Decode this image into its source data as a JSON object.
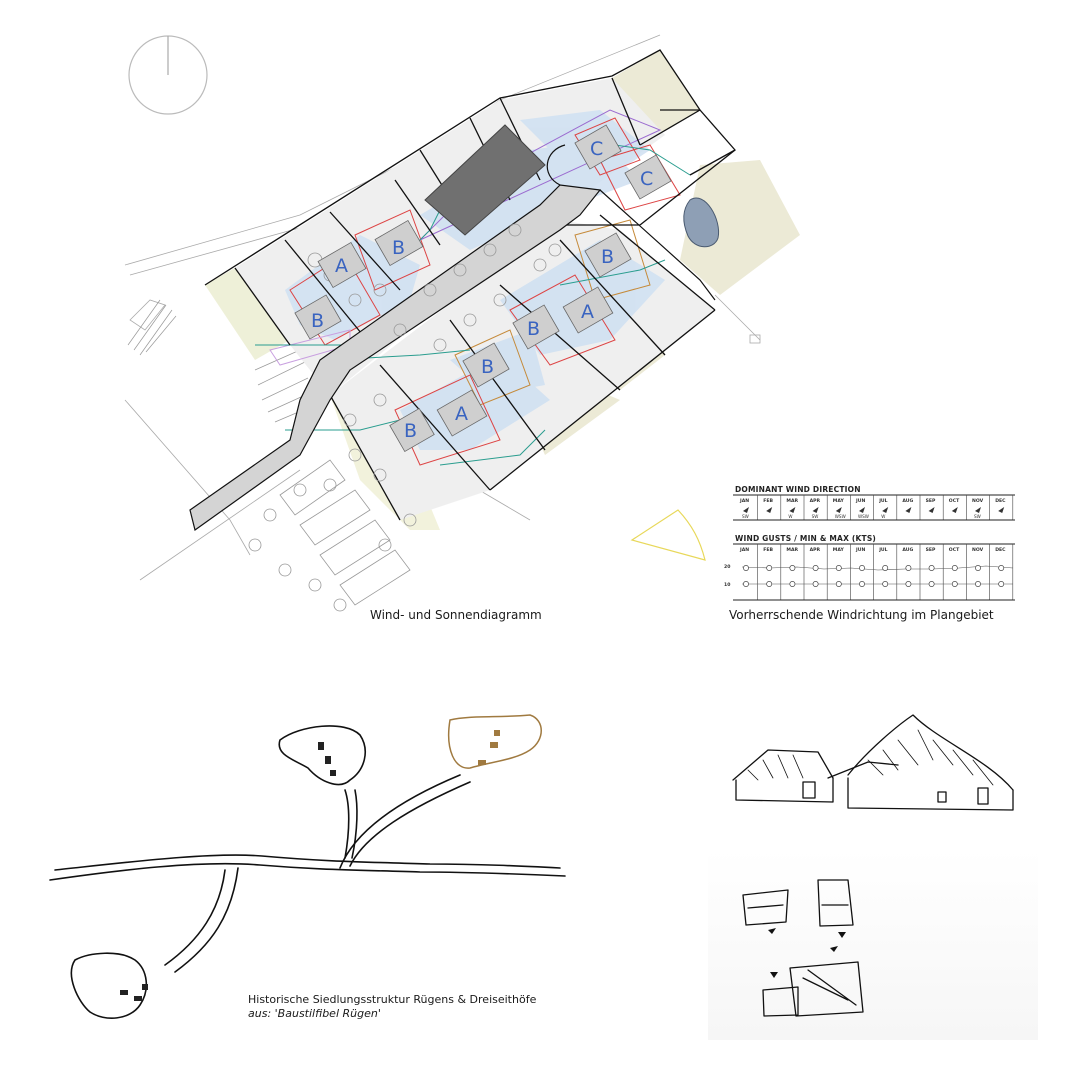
{
  "site_plan": {
    "caption": "Wind- und Sonnendiagramm",
    "lots": [
      {
        "label": "A"
      },
      {
        "label": "B"
      },
      {
        "label": "B"
      },
      {
        "label": "B"
      },
      {
        "label": "A"
      },
      {
        "label": "B"
      },
      {
        "label": "B"
      },
      {
        "label": "A"
      },
      {
        "label": "B"
      },
      {
        "label": "C"
      },
      {
        "label": "C"
      }
    ]
  },
  "wind_table": {
    "caption": "Vorherrschende Windrichtung im Plangebiet",
    "direction_title": "DOMINANT WIND DIRECTION",
    "gusts_title": "WIND GUSTS / MIN & MAX (KTS)",
    "months": [
      "JAN",
      "FEB",
      "MAR",
      "APR",
      "MAY",
      "JUN",
      "JUL",
      "AUG",
      "SEP",
      "OCT",
      "NOV",
      "DEC"
    ],
    "directions": [
      "SW",
      "",
      "W",
      "SW",
      "WSW",
      "WSW",
      "W",
      "",
      "",
      "",
      "SW",
      ""
    ],
    "axis_values": [
      "20",
      "10"
    ]
  },
  "settlement_sketch": {
    "caption_line1": "Historische Siedlungsstruktur Rügens & Dreiseithöfe",
    "caption_prefix": "aus:",
    "caption_source": "'Baustilfibel Rügen'"
  },
  "colors": {
    "lot_label": "#3a64c0",
    "plot_fill": "#cfe0f2",
    "yard_fill": "#ecead6",
    "road_fill": "#d4d4d4"
  }
}
